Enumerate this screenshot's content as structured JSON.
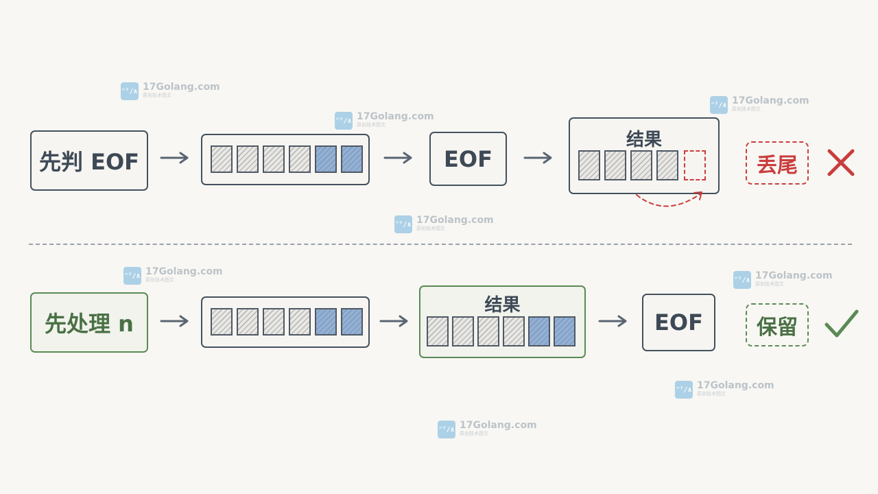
{
  "row1": {
    "label": "先判 EOF",
    "eof": "EOF",
    "result_title": "结果",
    "tag": "丢尾"
  },
  "row2": {
    "label": "先处理 n",
    "eof": "EOF",
    "result_title": "结果",
    "tag": "保留"
  },
  "watermark": {
    "text": "17Golang.com",
    "subtext": "原创技术图文",
    "logo": "ʺ⁷/∧"
  },
  "colors": {
    "ink": "#44505e",
    "blue_cell": "#94b0d2",
    "error": "#c93d3d",
    "success": "#5a8a55"
  },
  "icons": [
    "arrow-right-icon",
    "cross-icon",
    "check-icon",
    "curved-arrow-icon"
  ]
}
